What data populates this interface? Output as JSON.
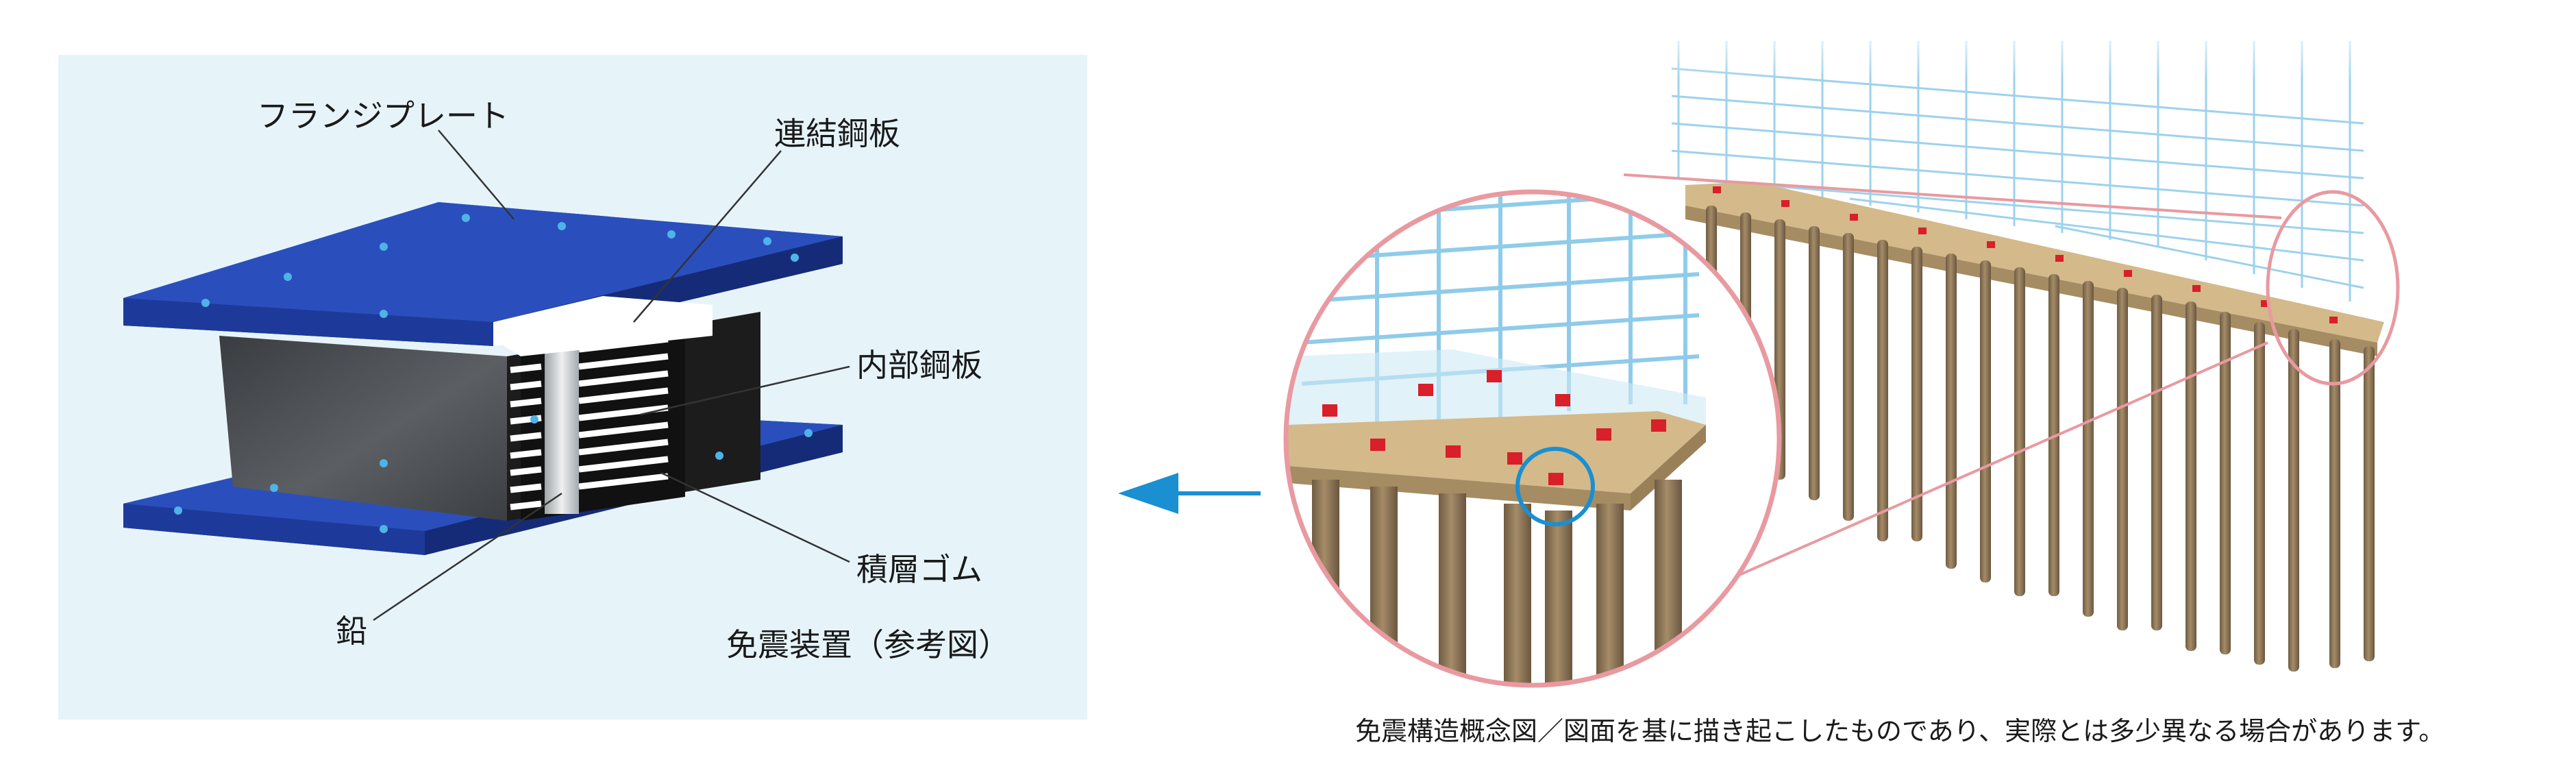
{
  "bearing_diagram": {
    "label_flange_plate": "フランジプレート",
    "label_connecting_steel_plate": "連結鋼板",
    "label_inner_steel_plate": "内部鋼板",
    "label_laminated_rubber": "積層ゴム",
    "label_lead": "鉛",
    "title": "免震装置（参考図）"
  },
  "caption": "免震構造概念図／図面を基に描き起こしたものであり、実際とは多少異なる場合があります。",
  "colors": {
    "panel_background": "#e6f4fa",
    "flange_plate": "#1f3f9e",
    "rubber": "#2a2a2a",
    "steel_layers": "#ffffff",
    "lead_core": "#cfd3d6",
    "arrow": "#1a8fd2",
    "magnifier_ring": "#e89aa0",
    "bearing_marker": "#d81f2a",
    "foundation": "#d4b98a",
    "piles": "#8c7556",
    "building_grid": "#7cc3e6"
  }
}
